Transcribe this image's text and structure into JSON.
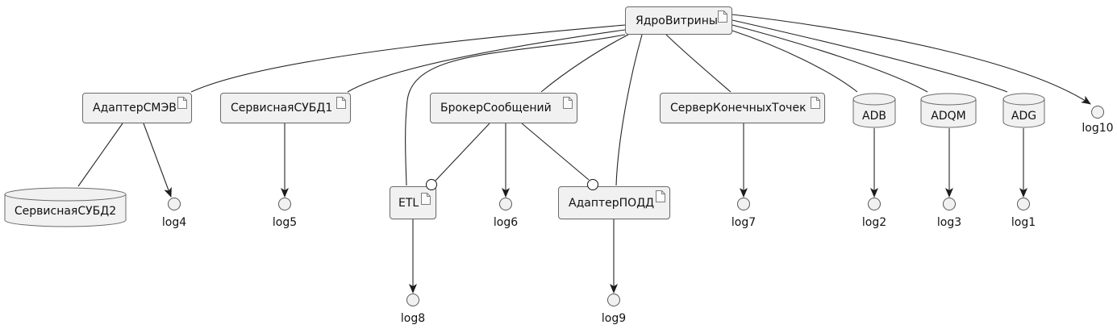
{
  "diagram": {
    "type": "component-diagram",
    "colors": {
      "node_fill": "#f1f1f1",
      "node_border": "#6b6b6b",
      "edge": "#262626",
      "interface_fill": "#ffffff",
      "background": "#ffffff"
    },
    "nodes": {
      "yadro": {
        "label": "ЯдроВитрины",
        "type": "component"
      },
      "adapter_smev": {
        "label": "АдаптерСМЭВ",
        "type": "component"
      },
      "serv_db1": {
        "label": "СервиснаяСУБД1",
        "type": "component"
      },
      "broker": {
        "label": "БрокерСообщений",
        "type": "component"
      },
      "server_endpoints": {
        "label": "СерверКонечныхТочек",
        "type": "component"
      },
      "etl": {
        "label": "ETL",
        "type": "component"
      },
      "adapter_podd": {
        "label": "АдаптерПОДД",
        "type": "component"
      },
      "serv_db2": {
        "label": "СервиснаяСУБД2",
        "type": "database"
      },
      "adb": {
        "label": "ADB",
        "type": "database"
      },
      "adqm": {
        "label": "ADQM",
        "type": "database"
      },
      "adg": {
        "label": "ADG",
        "type": "database"
      },
      "log1": {
        "label": "log1",
        "type": "interface"
      },
      "log2": {
        "label": "log2",
        "type": "interface"
      },
      "log3": {
        "label": "log3",
        "type": "interface"
      },
      "log4": {
        "label": "log4",
        "type": "interface"
      },
      "log5": {
        "label": "log5",
        "type": "interface"
      },
      "log6": {
        "label": "log6",
        "type": "interface"
      },
      "log7": {
        "label": "log7",
        "type": "interface"
      },
      "log8": {
        "label": "log8",
        "type": "interface"
      },
      "log9": {
        "label": "log9",
        "type": "interface"
      },
      "log10": {
        "label": "log10",
        "type": "interface"
      }
    },
    "edges": [
      {
        "from": "ЯдроВитрины",
        "to": "АдаптерСМЭВ",
        "style": "plain"
      },
      {
        "from": "ЯдроВитрины",
        "to": "СервиснаяСУБД1",
        "style": "plain"
      },
      {
        "from": "ЯдроВитрины",
        "to": "БрокерСообщений",
        "style": "plain"
      },
      {
        "from": "ЯдроВитрины",
        "to": "ETL",
        "style": "plain"
      },
      {
        "from": "ЯдроВитрины",
        "to": "АдаптерПОДД",
        "style": "plain"
      },
      {
        "from": "ЯдроВитрины",
        "to": "СерверКонечныхТочек",
        "style": "plain"
      },
      {
        "from": "ЯдроВитрины",
        "to": "ADB",
        "style": "plain"
      },
      {
        "from": "ЯдроВитрины",
        "to": "ADQM",
        "style": "plain"
      },
      {
        "from": "ЯдроВитрины",
        "to": "ADG",
        "style": "plain"
      },
      {
        "from": "ЯдроВитрины",
        "to": "log10",
        "style": "arrow"
      },
      {
        "from": "АдаптерСМЭВ",
        "to": "СервиснаяСУБД2",
        "style": "plain"
      },
      {
        "from": "АдаптерСМЭВ",
        "to": "log4",
        "style": "arrow"
      },
      {
        "from": "СервиснаяСУБД1",
        "to": "log5",
        "style": "arrow"
      },
      {
        "from": "БрокерСообщений",
        "to": "ETL",
        "style": "socket"
      },
      {
        "from": "БрокерСообщений",
        "to": "log6",
        "style": "arrow"
      },
      {
        "from": "БрокерСообщений",
        "to": "АдаптерПОДД",
        "style": "socket"
      },
      {
        "from": "СерверКонечныхТочек",
        "to": "log7",
        "style": "arrow"
      },
      {
        "from": "ETL",
        "to": "log8",
        "style": "arrow"
      },
      {
        "from": "АдаптерПОДД",
        "to": "log9",
        "style": "arrow"
      },
      {
        "from": "ADB",
        "to": "log2",
        "style": "arrow"
      },
      {
        "from": "ADQM",
        "to": "log3",
        "style": "arrow"
      },
      {
        "from": "ADG",
        "to": "log1",
        "style": "arrow"
      }
    ]
  }
}
